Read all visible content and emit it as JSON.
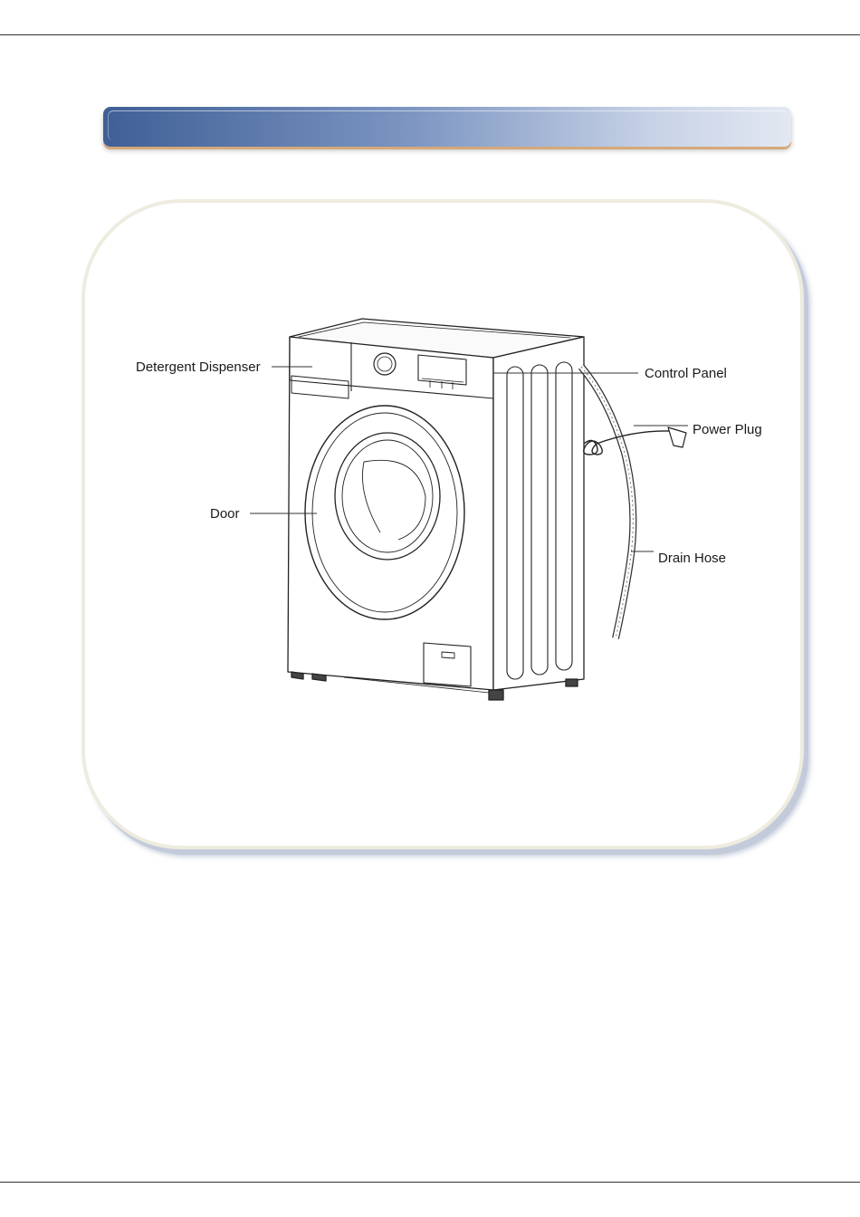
{
  "labels": {
    "detergent_dispenser": "Detergent Dispenser",
    "control_panel": "Control Panel",
    "power_plug": "Power Plug",
    "door": "Door",
    "drain_hose": "Drain Hose"
  },
  "colors": {
    "banner_start": "#3f5f96",
    "banner_end": "#e3e8f2",
    "frame_border": "#eeecdf",
    "frame_shadow": "#c3cbdb",
    "line": "#222222"
  }
}
